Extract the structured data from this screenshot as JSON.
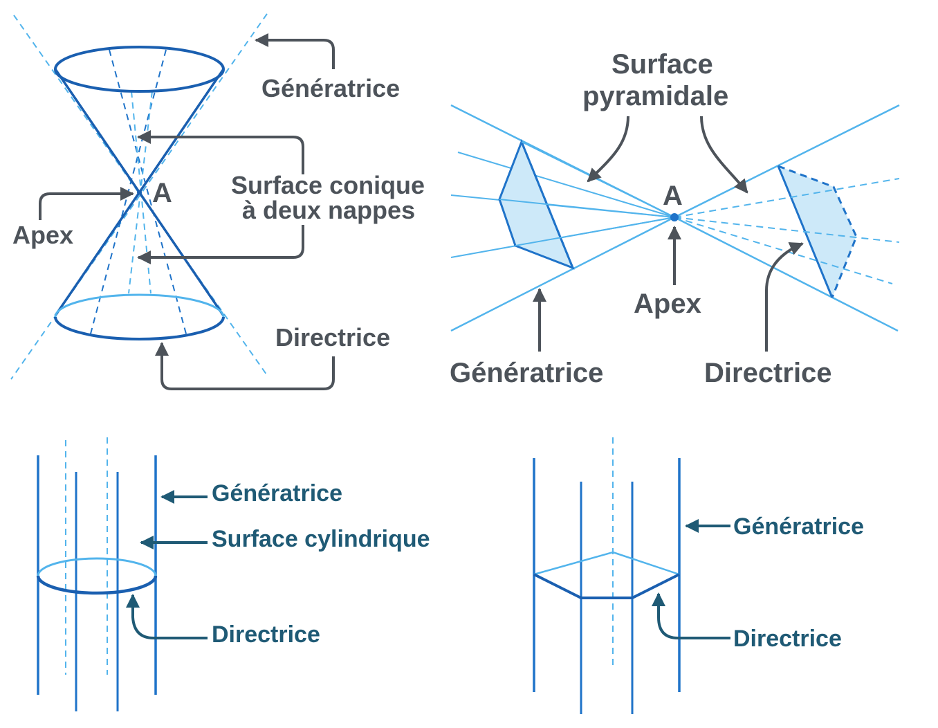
{
  "colors": {
    "dark_blue": "#1a5fb0",
    "mid_blue": "#1f73c9",
    "light_blue": "#52b4ec",
    "fill_blue": "#cde9f9",
    "gray_text": "#4d535a",
    "teal_text": "#1f5a75"
  },
  "cone": {
    "generatrice": "Génératrice",
    "surface_line1": "Surface conique",
    "surface_line2": "à deux nappes",
    "apex_letter": "A",
    "apex": "Apex",
    "directrice": "Directrice"
  },
  "pyramid": {
    "surface_line1": "Surface",
    "surface_line2": "pyramidale",
    "apex_letter": "A",
    "apex": "Apex",
    "generatrice": "Génératrice",
    "directrice": "Directrice"
  },
  "cylinder": {
    "generatrice": "Génératrice",
    "surface": "Surface cylindrique",
    "directrice": "Directrice"
  },
  "prism": {
    "generatrice": "Génératrice",
    "directrice": "Directrice"
  }
}
